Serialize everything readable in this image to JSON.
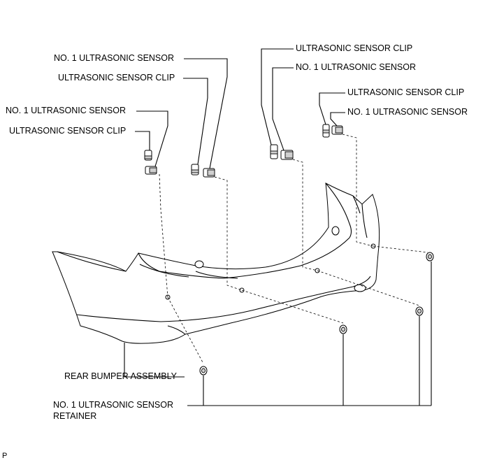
{
  "labels": {
    "sensor_1": "NO. 1 ULTRASONIC SENSOR",
    "clip_1": "ULTRASONIC SENSOR CLIP",
    "sensor_2": "NO. 1 ULTRASONIC SENSOR",
    "clip_2": "ULTRASONIC SENSOR CLIP",
    "clip_3": "ULTRASONIC SENSOR CLIP",
    "sensor_3": "NO. 1 ULTRASONIC SENSOR",
    "clip_4": "ULTRASONIC SENSOR CLIP",
    "sensor_4": "NO. 1 ULTRASONIC SENSOR",
    "bumper": "REAR BUMPER ASSEMBLY",
    "retainer_line1": "NO. 1 ULTRASONIC SENSOR",
    "retainer_line2": "RETAINER",
    "page_marker": "P"
  }
}
